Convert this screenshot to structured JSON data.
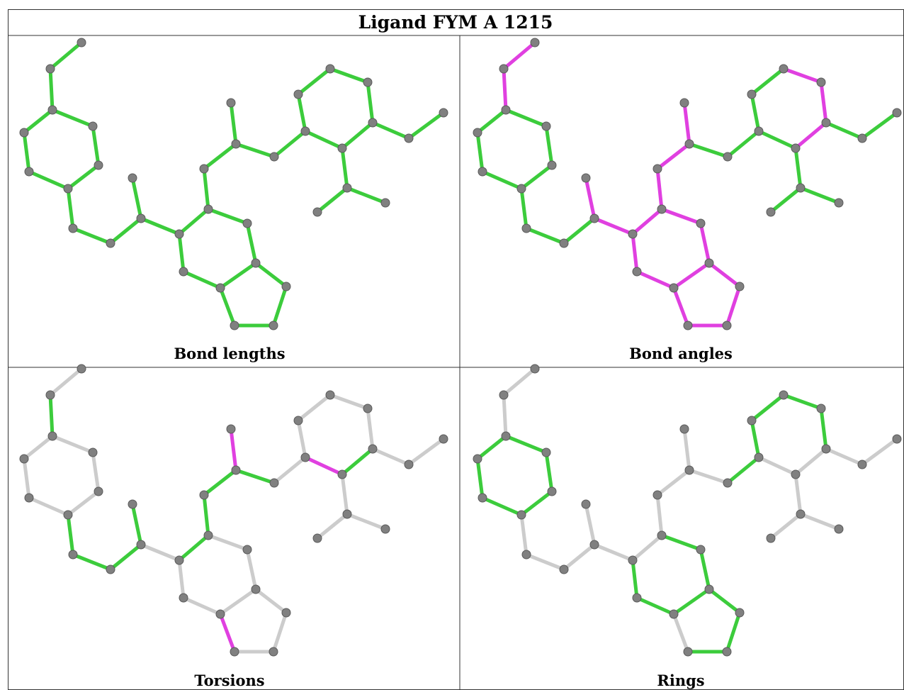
{
  "title": "Ligand FYM A 1215",
  "colors": {
    "ok": "#3ccc3c",
    "outlier": "#e040e0",
    "neutral": "#cccccc",
    "atom": "#808080",
    "border": "#333333"
  },
  "panels": [
    {
      "caption": "Bond lengths",
      "bond_status": [
        "ok",
        "ok",
        "ok",
        "ok",
        "ok",
        "ok",
        "ok",
        "ok",
        "ok",
        "ok",
        "ok",
        "ok",
        "ok",
        "ok",
        "ok",
        "ok",
        "ok",
        "ok",
        "ok",
        "ok",
        "ok",
        "ok",
        "ok",
        "ok",
        "ok",
        "ok",
        "ok",
        "ok",
        "ok",
        "ok",
        "ok",
        "ok",
        "ok",
        "ok",
        "ok",
        "ok"
      ]
    },
    {
      "caption": "Bond angles",
      "bond_status": [
        "outlier",
        "outlier",
        "ok",
        "ok",
        "ok",
        "ok",
        "ok",
        "ok",
        "ok",
        "ok",
        "ok",
        "outlier",
        "outlier",
        "outlier",
        "outlier",
        "outlier",
        "outlier",
        "outlier",
        "outlier",
        "outlier",
        "outlier",
        "outlier",
        "outlier",
        "outlier",
        "outlier",
        "outlier",
        "ok",
        "ok",
        "ok",
        "ok",
        "outlier",
        "outlier",
        "outlier",
        "ok",
        "ok",
        "ok"
      ]
    },
    {
      "caption": "Torsions",
      "bond_status": [
        "neutral",
        "ok",
        "neutral",
        "neutral",
        "neutral",
        "neutral",
        "neutral",
        "neutral",
        "ok",
        "ok",
        "ok",
        "ok",
        "neutral",
        "ok",
        "neutral",
        "neutral",
        "neutral",
        "neutral",
        "neutral",
        "neutral",
        "neutral",
        "neutral",
        "outlier",
        "ok",
        "ok",
        "outlier",
        "ok",
        "neutral",
        "neutral",
        "neutral",
        "neutral",
        "neutral",
        "ok",
        "outlier",
        "neutral",
        "neutral"
      ]
    },
    {
      "caption": "Rings",
      "bond_status": [
        "neutral",
        "neutral",
        "ok",
        "ok",
        "ok",
        "ok",
        "ok",
        "ok",
        "neutral",
        "neutral",
        "neutral",
        "neutral",
        "neutral",
        "neutral",
        "ok",
        "ok",
        "ok",
        "ok",
        "ok",
        "ok",
        "ok",
        "ok",
        "neutral",
        "neutral",
        "neutral",
        "neutral",
        "neutral",
        "ok",
        "ok",
        "ok",
        "ok",
        "ok",
        "neutral",
        "neutral",
        "neutral",
        "neutral"
      ]
    }
  ]
}
